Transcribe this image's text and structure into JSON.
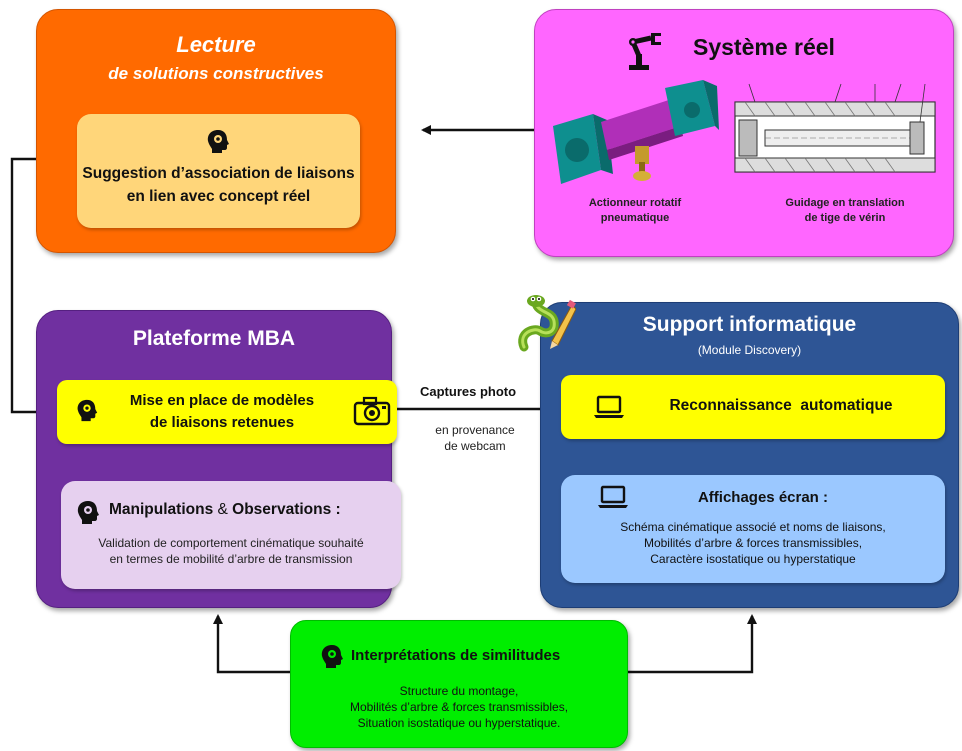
{
  "lecture": {
    "title_line1": "Lecture",
    "title_line2": "de solutions constructives",
    "card_line1": "Suggestion d’association de liaisons",
    "card_line2": "en lien avec concept réel"
  },
  "systeme_reel": {
    "title": "Système réel",
    "caption_left_line1": "Actionneur rotatif",
    "caption_left_line2": "pneumatique",
    "caption_right_line1": "Guidage en translation",
    "caption_right_line2": "de tige de vérin"
  },
  "plateforme": {
    "title": "Plateforme MBA",
    "mise_line1": "Mise en place de modèles",
    "mise_line2": "de liaisons retenues",
    "manip_title_bold1": "Manipulations",
    "manip_title_amp": " & ",
    "manip_title_bold2": "Observations :",
    "manip_line1": "Validation de comportement cinématique souhaité",
    "manip_line2": "en termes de mobilité d’arbre de transmission"
  },
  "captures": {
    "label": "Captures photo",
    "source_line1": "en provenance",
    "source_line2": "de webcam"
  },
  "support": {
    "title": "Support informatique",
    "subtitle": "(Module Discovery)",
    "recon": "Reconnaissance  automatique",
    "aff_title": "Affichages écran :",
    "aff_line1": "Schéma cinématique associé et noms de liaisons,",
    "aff_line2": "Mobilités d’arbre & forces transmissibles,",
    "aff_line3": "Caractère isostatique ou hyperstatique"
  },
  "interpretations": {
    "title": "Interprétations de similitudes",
    "line1": "Structure du montage,",
    "line2": "Mobilités d’arbre & forces transmissibles,",
    "line3": "Situation isostatique ou hyperstatique."
  },
  "colors": {
    "lecture": "#ff6a00",
    "lecture_card": "#ffd67a",
    "systeme": "#ff66ff",
    "plateforme": "#7030a0",
    "manip_card": "#e6d0ef",
    "support": "#2e5595",
    "affichage_card": "#9bc8ff",
    "highlight": "#ffff00",
    "interpretations": "#00ee00"
  },
  "icons": [
    "head-gear-icon",
    "robot-arm-icon",
    "camera-icon",
    "laptop-icon",
    "python-logo-icon"
  ]
}
